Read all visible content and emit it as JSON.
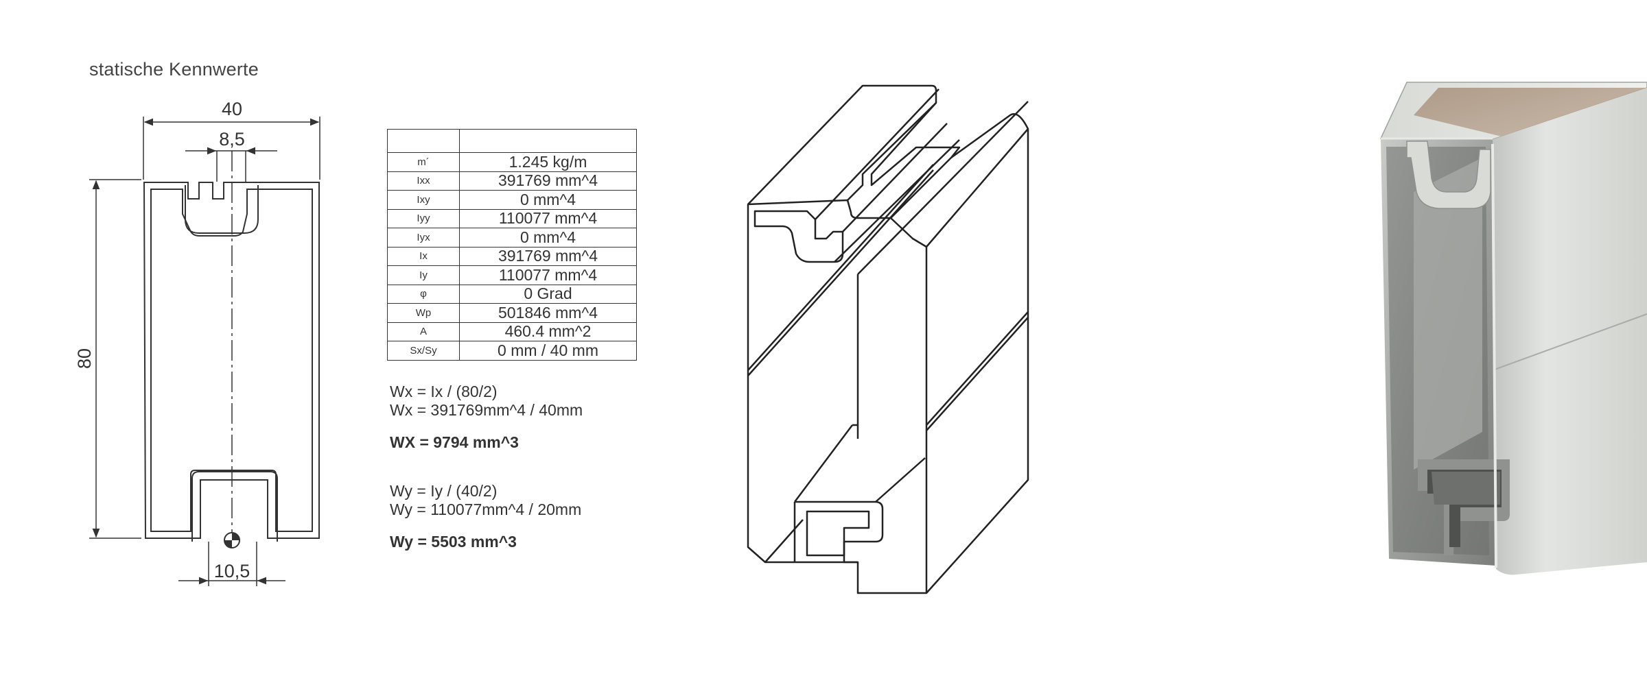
{
  "page": {
    "title": "statische Kennwerte"
  },
  "drawing": {
    "dims": {
      "width": "40",
      "slot_top": "8,5",
      "height": "80",
      "slot_bottom": "10,5"
    }
  },
  "properties": {
    "rows": [
      {
        "symbol": "m´",
        "value": "1.245 kg/m"
      },
      {
        "symbol": "Ixx",
        "value": "391769 mm^4"
      },
      {
        "symbol": "Ixy",
        "value": "0 mm^4"
      },
      {
        "symbol": "Iyy",
        "value": "110077 mm^4"
      },
      {
        "symbol": "Iyx",
        "value": "0 mm^4"
      },
      {
        "symbol": "Ix",
        "value": "391769 mm^4"
      },
      {
        "symbol": "Iy",
        "value": "110077 mm^4"
      },
      {
        "symbol": "φ",
        "value": "0 Grad"
      },
      {
        "symbol": "Wp",
        "value": "501846 mm^4"
      },
      {
        "symbol": "A",
        "value": "460.4 mm^2"
      },
      {
        "symbol": "Sx/Sy",
        "value": "0 mm / 40 mm"
      }
    ]
  },
  "formulas": {
    "wx_line1": "Wx = Ix / (80/2)",
    "wx_line2": "Wx = 391769mm^4 / 40mm",
    "wx_result": "WX = 9794 mm^3",
    "wy_line1": "Wy = Iy / (40/2)",
    "wy_line2": "Wy = 110077mm^4 / 20mm",
    "wy_result": "Wy = 5503 mm^3"
  },
  "colors": {
    "line": "#333333",
    "metal_light": "#d9dbd8",
    "metal_dark": "#8e918d"
  }
}
